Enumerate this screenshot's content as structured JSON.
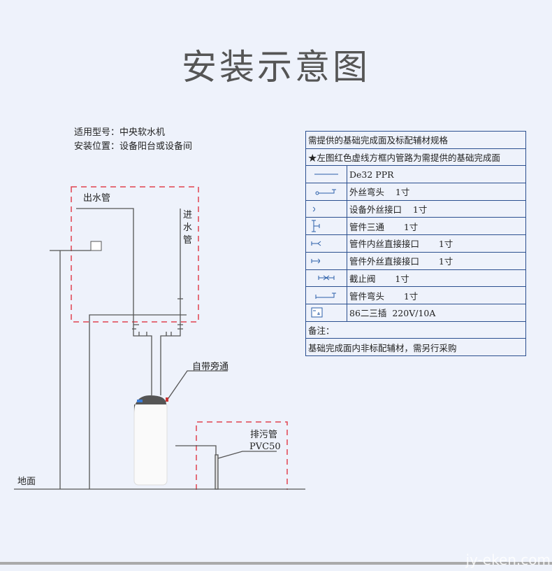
{
  "title": "安装示意图",
  "info": {
    "model": "适用型号：中央软水机",
    "location": "安装位置：设备阳台或设备间"
  },
  "diagram": {
    "outlet_label": "出水管",
    "inlet_label": [
      "进",
      "水",
      "管"
    ],
    "bypass_label": "自带旁通",
    "drain_label": "排污管",
    "drain_spec": "PVC50",
    "ground_label": "地面"
  },
  "table": {
    "header": "需提供的基础完成面及标配辅材规格",
    "note_star": "★左图红色虚线方框内管路为需提供的基础完成面",
    "rows": [
      {
        "icon": "pipe-line-icon",
        "text": "De32 PPR"
      },
      {
        "icon": "male-elbow-icon",
        "text": "外丝弯头    1寸"
      },
      {
        "icon": "device-male-connector-icon",
        "text": "设备外丝接口    1寸"
      },
      {
        "icon": "tee-fitting-icon",
        "text": "管件三通       1寸"
      },
      {
        "icon": "female-straight-connector-icon",
        "text": "管件内丝直接接口       1寸"
      },
      {
        "icon": "male-straight-connector-icon",
        "text": "管件外丝直接接口       1寸"
      },
      {
        "icon": "stop-valve-icon",
        "text": "截止阀       1寸"
      },
      {
        "icon": "elbow-icon",
        "text": "管件弯头       1寸"
      },
      {
        "icon": "socket-icon",
        "text": "86二三插  220V/10A"
      }
    ],
    "remark_label": "备注：",
    "remark": "基础完成面内非标配辅材，需另行采购"
  },
  "watermark": "jy-eken.com",
  "colors": {
    "background": "#eef2fb",
    "dashed_box": "#e0434f",
    "table_border": "#2b4f8f",
    "pipe": "#555555"
  }
}
